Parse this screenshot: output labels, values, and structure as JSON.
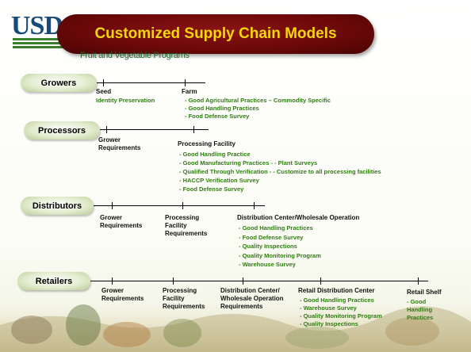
{
  "logo": {
    "text": "USDA"
  },
  "title": "Customized Supply Chain Models",
  "subtitle": "Fruit and Vegetable Programs",
  "growers": {
    "label": "Growers",
    "seed": "Seed",
    "seed_note": "Identity Preservation",
    "farm": "Farm",
    "farm_items": [
      "Good Agricultural Practices – Commodity Specific",
      "Good Handling Practices",
      "Food Defense Survey"
    ]
  },
  "processors": {
    "label": "Processors",
    "grower_req": "Grower Requirements",
    "facility": "Processing Facility",
    "facility_items": [
      "Good Handling Practice",
      "Good Manufacturing Practices - - Plant Surveys",
      "Qualified Through Verification - - Customize to all processing facilities",
      "HACCP Verification Survey",
      "Food Defense Survey"
    ]
  },
  "distributors": {
    "label": "Distributors",
    "grower_req": "Grower Requirements",
    "processing_req": "Processing Facility Requirements",
    "dc": "Distribution Center/Wholesale Operation",
    "dc_items": [
      "Good Handling Practices",
      "Food Defense Survey",
      "Quality Inspections",
      "Quality Monitoring Program",
      "Warehouse Survey"
    ]
  },
  "retailers": {
    "label": "Retailers",
    "grower_req": "Grower Requirements",
    "processing_req": "Processing Facility Requirements",
    "dc_req": "Distribution Center/ Wholesale Operation Requirements",
    "rdc": "Retail Distribution Center",
    "rdc_items": [
      "Good Handling Practices",
      "Warehouse Survey",
      "Quality Monitoring Program",
      "Quality Inspections"
    ],
    "shelf": "Retail Shelf",
    "shelf_item": "Good Handling Practices"
  },
  "colors": {
    "title_bg": "#6a0808",
    "title_text": "#f6d70a",
    "accent_green": "#2f7d12",
    "pill_bg": "#dde8c6"
  }
}
